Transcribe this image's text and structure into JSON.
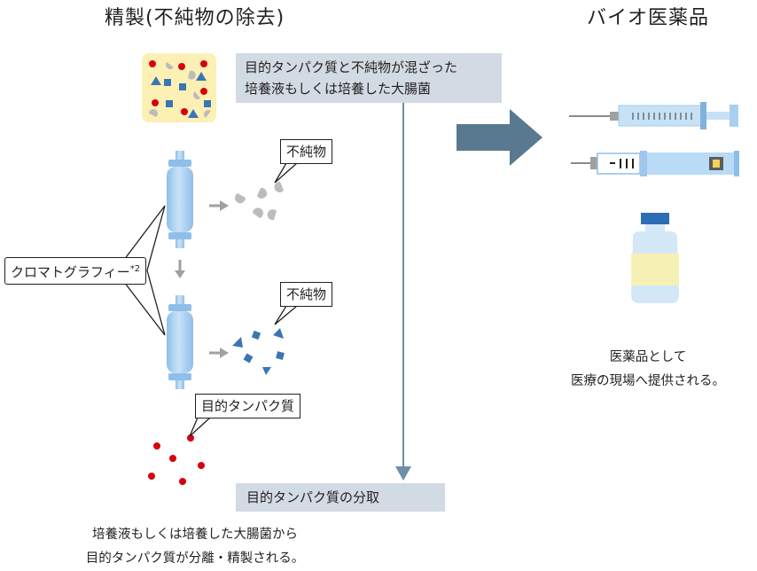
{
  "left_title": "精製(不純物の除去)",
  "right_title": "バイオ医薬品",
  "mixture_box": {
    "line1": "目的タンパク質と不純物が混ざった",
    "line2": "培養液もしくは培養した大腸菌"
  },
  "impurity_label_1": "不純物",
  "impurity_label_2": "不純物",
  "chromatography_label": "クロマトグラフィー",
  "chromatography_note": "*2",
  "target_protein_label": "目的タンパク質",
  "fractionation_label": "目的タンパク質の分取",
  "bottom_caption": {
    "line1": "培養液もしくは培養した大腸菌から",
    "line2": "目的タンパク質が分離・精製される。"
  },
  "right_caption": {
    "line1": "医薬品として",
    "line2": "医療の現場へ提供される。"
  },
  "colors": {
    "protein_red": "#d7000f",
    "impurity_blue": "#3a75b5",
    "impurity_gray": "#bcbcbc",
    "culture_yellow": "#fdf0b4",
    "column_blue": "#a9cff0",
    "arrow_steel": "#58798f",
    "label_box_gray": "#d2dbe3"
  }
}
